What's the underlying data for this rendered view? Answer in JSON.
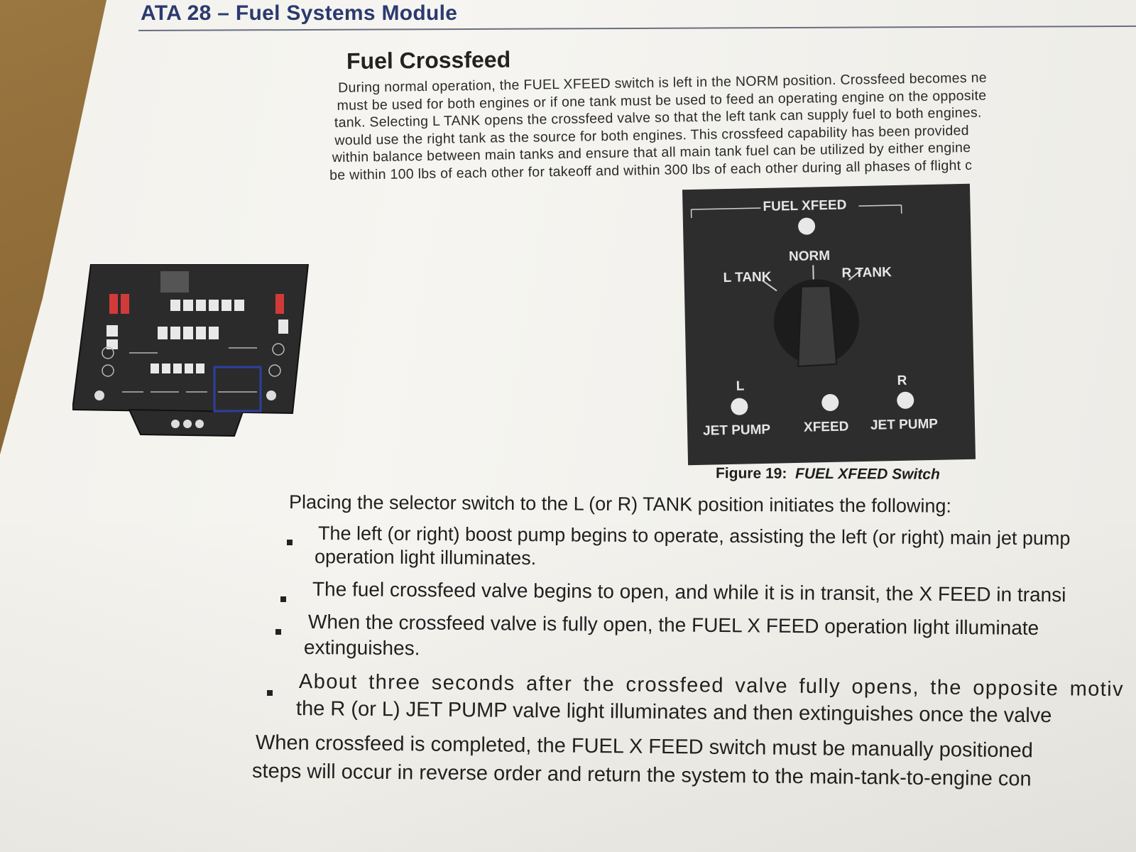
{
  "header": {
    "module_title": "ATA 28 – Fuel Systems Module"
  },
  "section": {
    "title": "Fuel Crossfeed",
    "paragraph_lines": [
      "During normal operation, the FUEL XFEED switch is left in the NORM position. Crossfeed becomes ne",
      "must be used for both engines or if one tank must be used to feed an operating engine on the opposite",
      "tank. Selecting L TANK opens the crossfeed valve so that the left tank can supply fuel to both engines.",
      "would use the right tank as the source for both engines. This crossfeed capability has been provided",
      "within balance between main tanks and ensure that all main tank fuel can be utilized by either engine",
      "be within 100 lbs of each other for takeoff and within 300 lbs of each other during all phases of flight c"
    ]
  },
  "switch_figure": {
    "title": "FUEL XFEED",
    "norm": "NORM",
    "l_tank": "L TANK",
    "r_tank": "R TANK",
    "left_label": "L",
    "right_label": "R",
    "jet_pump_left": "JET PUMP",
    "xfeed": "XFEED",
    "jet_pump_right": "JET PUMP",
    "caption_prefix": "Figure 19:",
    "caption_title": "FUEL XFEED Switch"
  },
  "body": {
    "intro": "Placing the selector switch to the L (or R) TANK position initiates the following:",
    "bullets": [
      {
        "line1": "The left (or right) boost pump begins to operate, assisting the left (or right) main jet pump",
        "line2": "operation light illuminates."
      },
      {
        "line1": "The fuel crossfeed valve begins to open, and while it is in transit, the X FEED in transi",
        "line2": ""
      },
      {
        "line1": "When the crossfeed valve is fully open, the FUEL X FEED operation light illuminate",
        "line2": "extinguishes."
      },
      {
        "line1": "About three seconds after the crossfeed valve fully opens, the opposite motiv",
        "line2": "the R (or L) JET PUMP valve light illuminates and then extinguishes once the valve"
      }
    ],
    "closing_line1": "When crossfeed is completed, the FUEL X FEED switch must be manually positioned",
    "closing_line2": "steps will occur in reverse order and return the system to the main-tank-to-engine con"
  }
}
